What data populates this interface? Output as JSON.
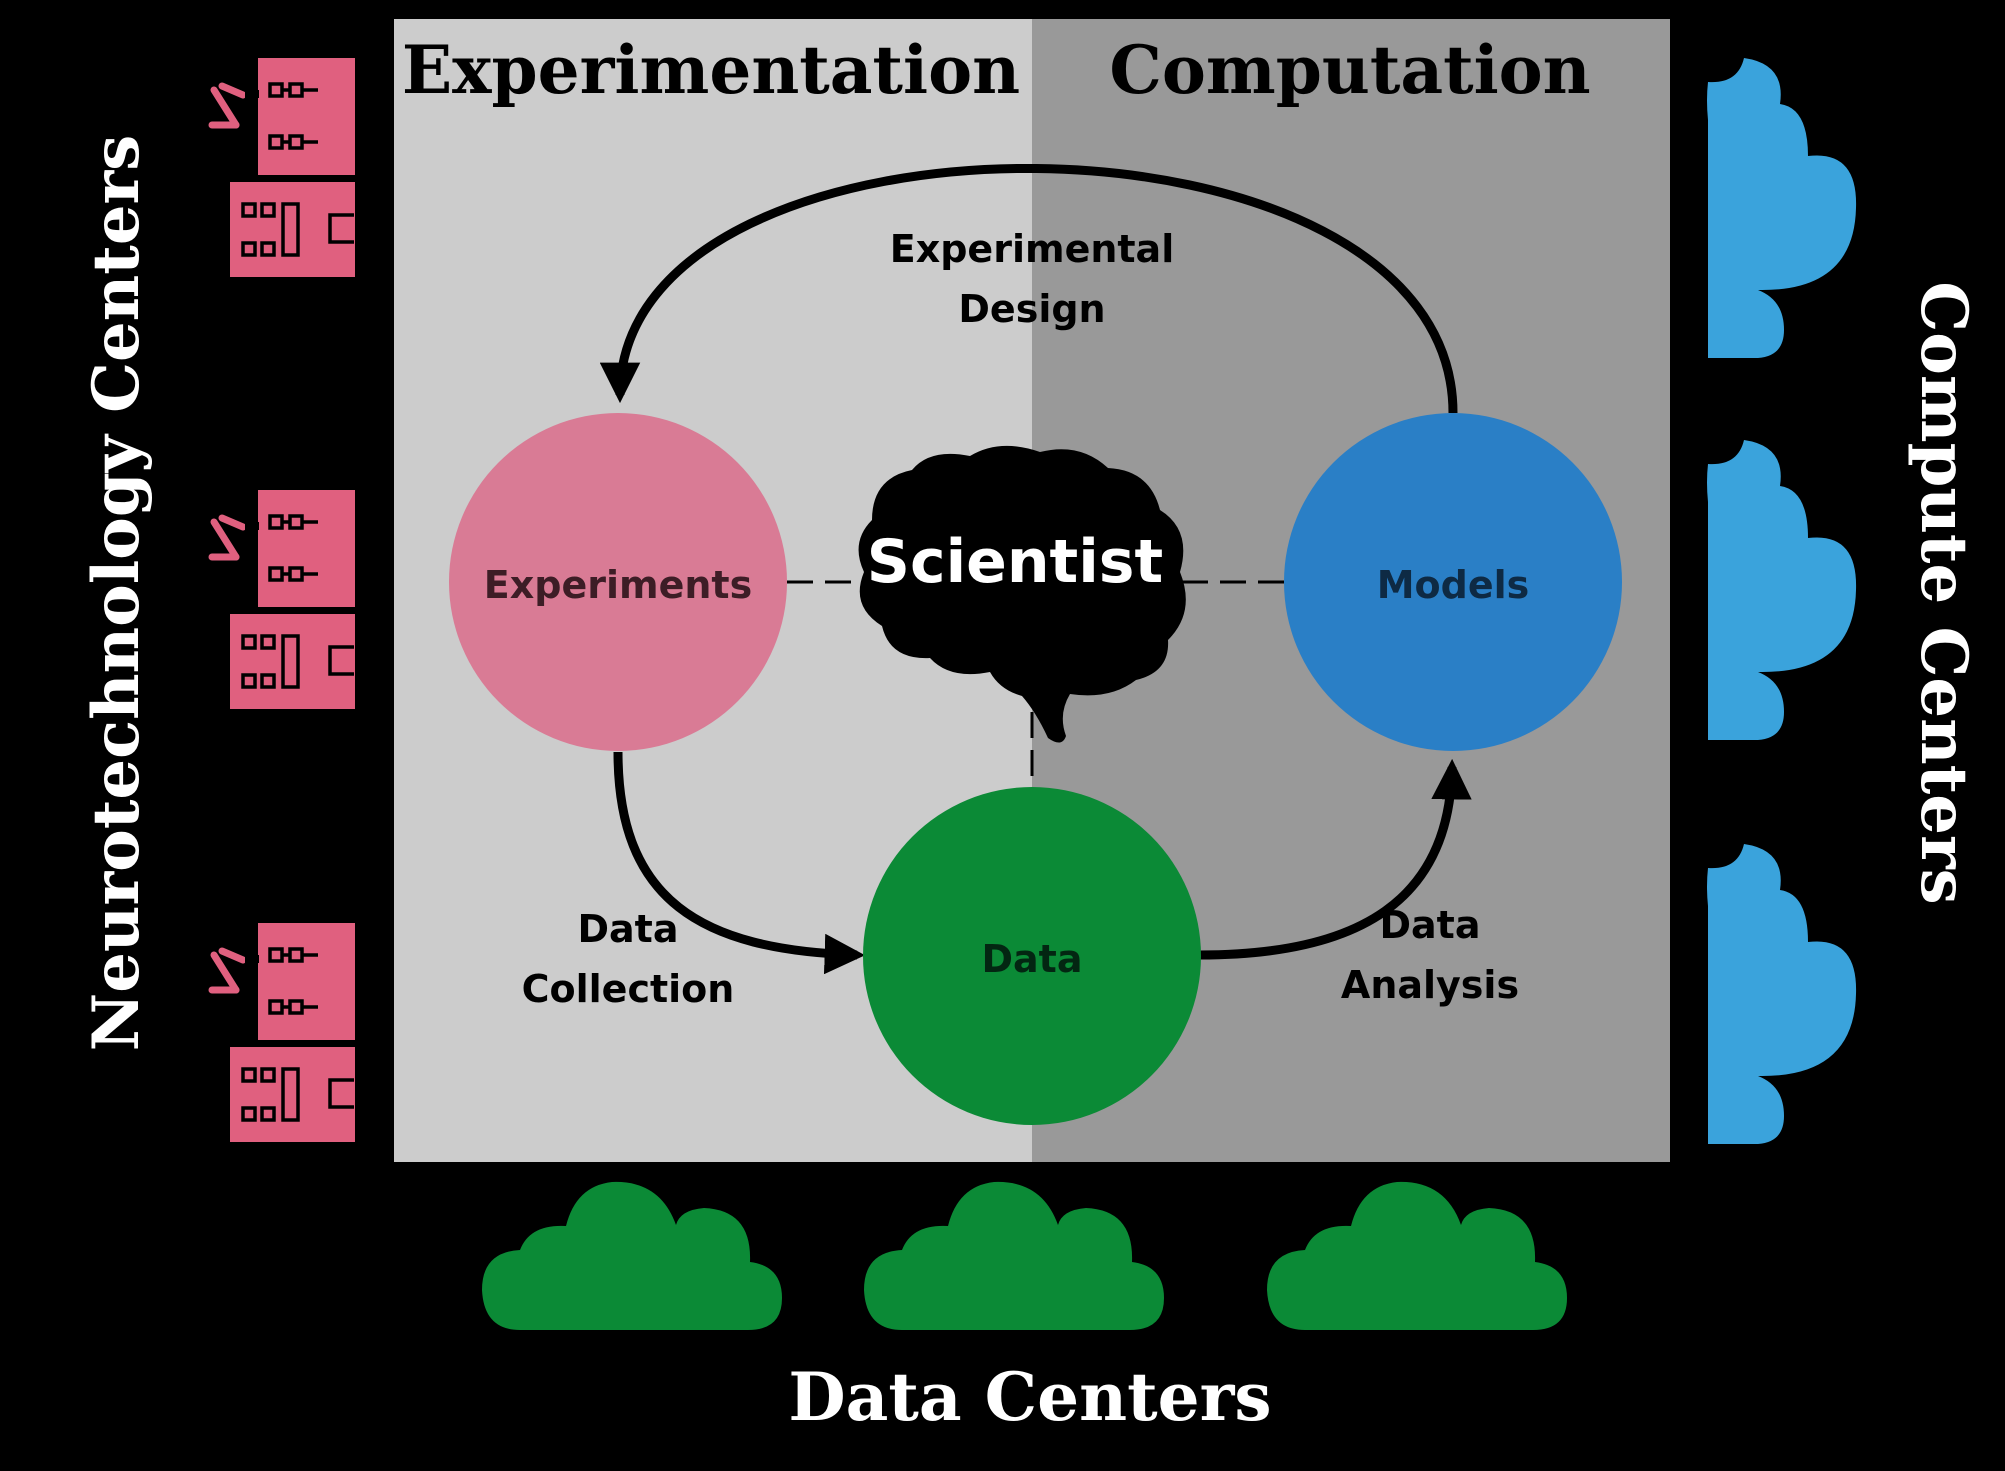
{
  "panels": {
    "experimentation": "Experimentation",
    "computation": "Computation"
  },
  "nodes": {
    "experiments": "Experiments",
    "models": "Models",
    "data": "Data",
    "scientist": "Scientist"
  },
  "edges": {
    "experimental_design": [
      "Experimental",
      "Design"
    ],
    "data_collection": [
      "Data",
      "Collection"
    ],
    "data_analysis": [
      "Data",
      "Analysis"
    ]
  },
  "side_labels": {
    "left": "Neurotechnology Centers",
    "right": "Compute Centers",
    "bottom": "Data Centers"
  },
  "colors": {
    "background": "#000000",
    "experimentation_panel": "#cccccc",
    "computation_panel": "#999999",
    "experiments_node": "#d97b95",
    "models_node": "#2a7fc6",
    "data_node": "#0b8a36",
    "neurotech_building": "#e0607f",
    "compute_cloud": "#3aa3dc",
    "data_cloud": "#0b8a36"
  },
  "icons": {
    "neurotech_building": "building-with-microscope-icon",
    "compute_center": "cloud-icon",
    "data_center": "cloud-icon",
    "scientist": "brain-icon"
  }
}
